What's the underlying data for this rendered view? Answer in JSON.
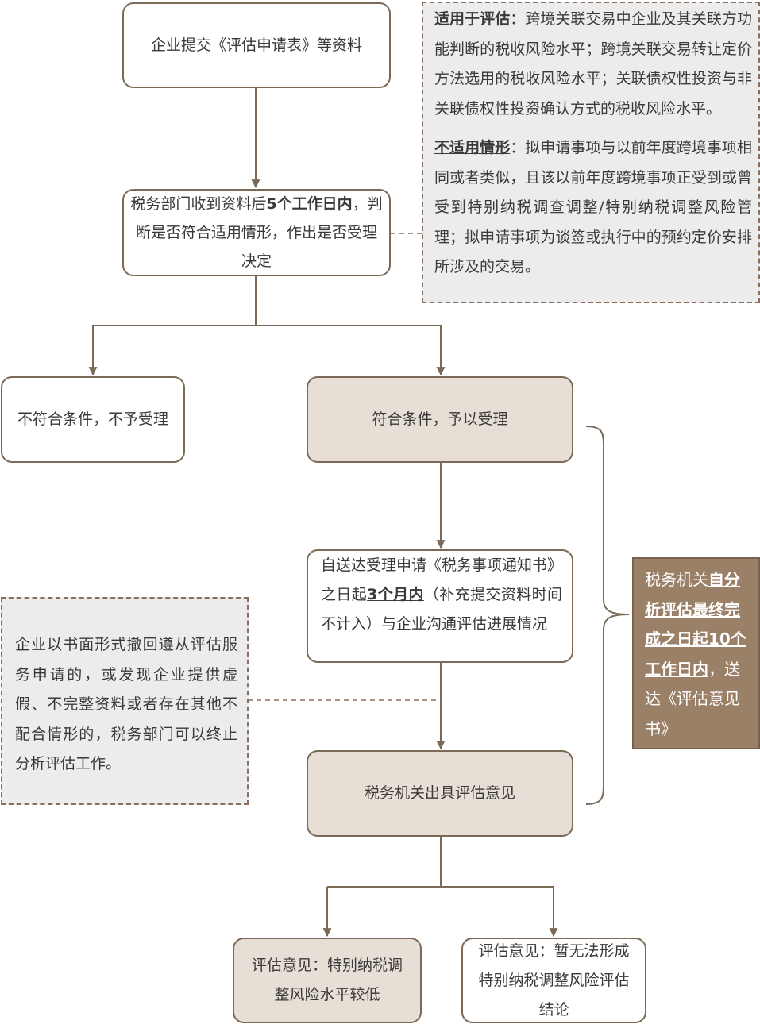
{
  "nodes": {
    "submit": "企业提交《评估申请表》等资料",
    "review": {
      "pre": "税务部门收到资料后",
      "em": "5个工作日内",
      "post": "，判断是否符合适用情形，作出是否受理决定"
    },
    "reject": "不符合条件，不予受理",
    "accept": "符合条件，予以受理",
    "communicate": {
      "pre": "自送达受理申请《税务事项通知书》之日起",
      "em": "3个月内",
      "post": "（补充提交资料时间不计入）与企业沟通评估进展情况"
    },
    "opinion": "税务机关出具评估意见",
    "result_low": "评估意见：特别纳税调整风险水平较低",
    "result_none": "评估意见：暂无法形成特别纳税调整风险评估结论"
  },
  "notes": {
    "applicable": {
      "label": "适用于评估",
      "text": "：跨境关联交易中企业及其关联方功能判断的税收风险水平；跨境关联交易转让定价方法选用的税收风险水平；关联债权性投资与非关联债权性投资确认方式的税收风险水平。"
    },
    "not_applicable": {
      "label": "不适用情形",
      "text": "：拟申请事项与以前年度跨境事项相同或者类似，且该以前年度跨境事项正受到或曾受到特别纳税调查调整/特别纳税调整风险管理；拟申请事项为谈签或执行中的预约定价安排所涉及的交易。"
    },
    "termination": "企业以书面形式撤回遵从评估服务申请的，或发现企业提供虚假、不完整资料或者存在其他不配合情形的，税务部门可以终止分析评估工作。",
    "deadline": {
      "pre": "税务机关",
      "em": "自分析评估最终完成之日起10个工作日内",
      "post": "，送达《评估意见书》"
    }
  },
  "colors": {
    "line": "#7b6a58",
    "tan_fill": "#e7ded5",
    "note_fill": "#ececec",
    "brown_fill": "#9b8068"
  }
}
